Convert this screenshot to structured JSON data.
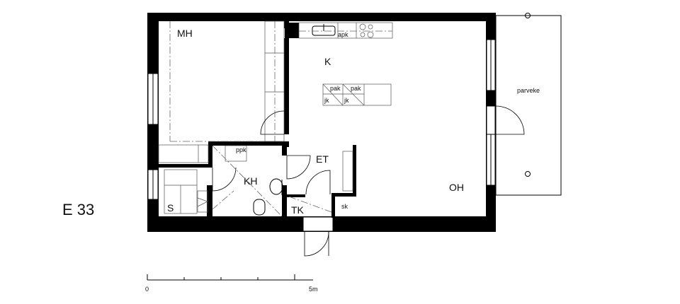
{
  "plan_title": "E 33",
  "rooms": {
    "mh": "MH",
    "k": "K",
    "et": "ET",
    "kh": "KH",
    "oh": "OH",
    "s": "S",
    "tk": "TK"
  },
  "fixtures": {
    "apk": "apk",
    "pak1": "pak",
    "pak2": "pak",
    "jk1": "jk",
    "jk2": "jk",
    "ppk": "ppk",
    "sk": "sk",
    "parveke": "parveke"
  },
  "scale": {
    "start": "0",
    "end": "5m"
  },
  "colors": {
    "wall": "#000000",
    "background": "#ffffff"
  }
}
